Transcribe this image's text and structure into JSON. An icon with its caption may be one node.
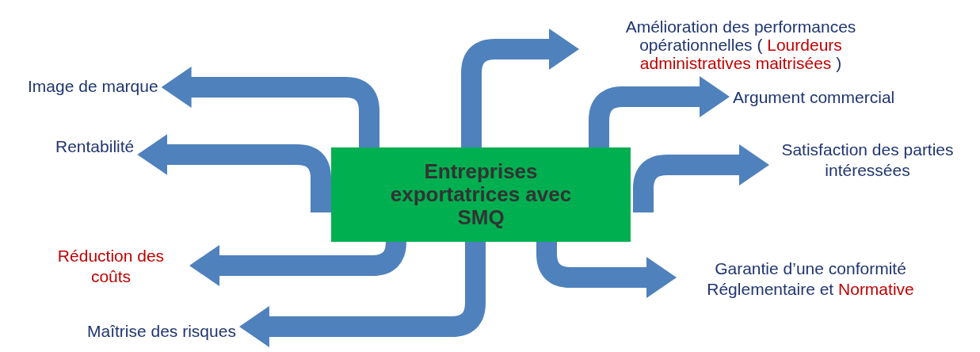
{
  "diagram": {
    "nodes": [
      {
        "text": [
          "Entreprises exportatrices avec SMQ"
        ]
      },
      {
        "text": [
          "Amélioration des performances opérationnelles (",
          "Lourdeurs administratives maitrisées",
          ")"
        ]
      },
      {
        "text": [
          "Image de marque"
        ]
      },
      {
        "text": [
          "Argument commercial"
        ]
      },
      {
        "text": [
          "Rentabilité"
        ]
      },
      {
        "text": [
          "Satisfaction des parties intéressées"
        ]
      },
      {
        "text": [
          "Réduction des coûts"
        ]
      },
      {
        "text": [
          "Garantie d’une conformité Réglementaire et",
          "Normative"
        ]
      },
      {
        "text": [
          "Maîtrise des risques"
        ]
      }
    ],
    "edges": [
      {
        "from": 0,
        "to": 1,
        "arrow": "to"
      },
      {
        "from": 0,
        "to": 2,
        "arrow": "to"
      },
      {
        "from": 0,
        "to": 3,
        "arrow": "to"
      },
      {
        "from": 0,
        "to": 4,
        "arrow": "to"
      },
      {
        "from": 0,
        "to": 5,
        "arrow": "to"
      },
      {
        "from": 0,
        "to": 6,
        "arrow": "to"
      },
      {
        "from": 0,
        "to": 7,
        "arrow": "to"
      },
      {
        "from": 0,
        "to": 8,
        "arrow": "to"
      }
    ]
  }
}
